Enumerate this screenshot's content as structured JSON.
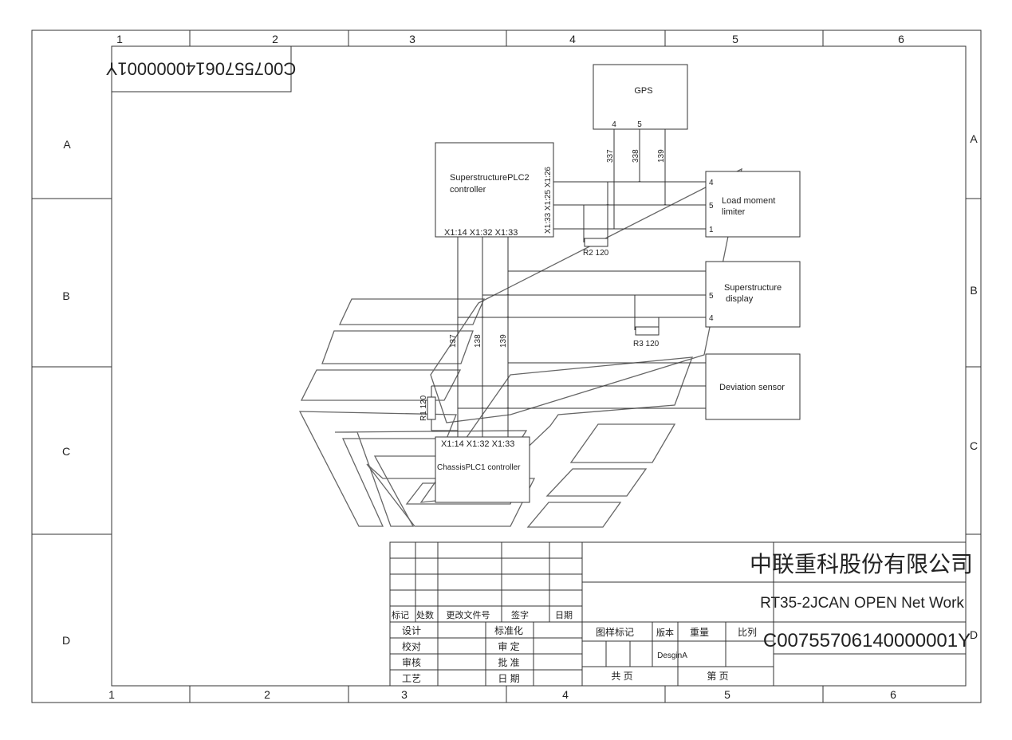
{
  "drawing_number_flipped": "C00755706140000001Y",
  "frame": {
    "columns": [
      "1",
      "2",
      "3",
      "4",
      "5",
      "6"
    ],
    "rows": [
      "A",
      "B",
      "C",
      "D"
    ]
  },
  "components": {
    "gps": {
      "label": "GPS",
      "pin_a": "4",
      "pin_b": "5"
    },
    "plc2": {
      "line1": "SuperstructurePLC2",
      "line2": "controller",
      "pins_bottom": "X1:14 X1:32  X1:33",
      "pins_side": "X1:33 X1:25 X1:26"
    },
    "load_moment": {
      "line1": "Load moment",
      "line2": "limiter",
      "pin_top": "4",
      "pin_mid": "5",
      "pin_bot": "1"
    },
    "super_display": {
      "line1": "Superstructure",
      "line2": "display",
      "pin_top": "5",
      "pin_bot": "4"
    },
    "deviation": {
      "label": "Deviation sensor"
    },
    "plc1": {
      "pins_top": "X1:14 X1:32  X1:33",
      "label": "ChassisPLC1 controller"
    },
    "r1": "R1 120",
    "r2": "R2 120",
    "r3": "R3 120"
  },
  "wires": [
    "337",
    "338",
    "139",
    "137",
    "138",
    "139"
  ],
  "title_block": {
    "company": "中联重科股份有限公司",
    "drawing_title": "RT35-2JCAN OPEN Net Work",
    "drawing_number": "C00755706140000001Y",
    "rev_headers": [
      "标记",
      "处数",
      "更改文件号",
      "签字",
      "日期"
    ],
    "sign_left": [
      "设计",
      "校对",
      "审核",
      "工艺"
    ],
    "sign_right": [
      "标准化",
      "审 定",
      "批 准",
      "日 期"
    ],
    "meta_headers": [
      "图样标记",
      "版本",
      "重量",
      "比列"
    ],
    "version_value": "DesginA",
    "sheets_total": "共 页",
    "sheet_no": "第 页"
  }
}
